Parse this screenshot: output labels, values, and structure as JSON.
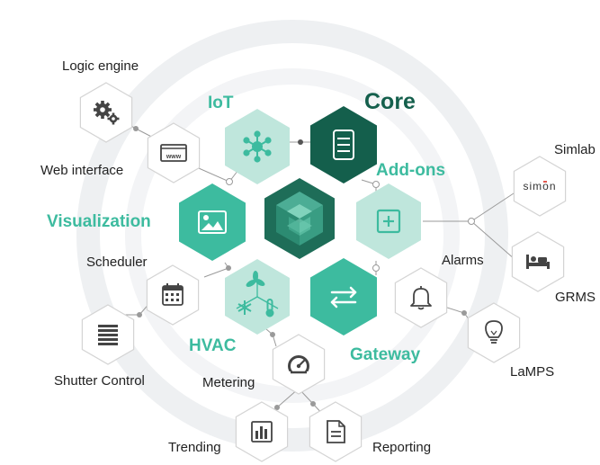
{
  "categories": {
    "iot": "IoT",
    "core": "Core",
    "addons": "Add-ons",
    "visualization": "Visualization",
    "hvac": "HVAC",
    "gateway": "Gateway"
  },
  "modules": {
    "logic_engine": "Logic engine",
    "web_interface": "Web interface",
    "scheduler": "Scheduler",
    "shutter_control": "Shutter Control",
    "metering": "Metering",
    "trending": "Trending",
    "reporting": "Reporting",
    "simlab": "Simlab",
    "grms": "GRMS",
    "alarms": "Alarms",
    "lamps": "LaMPS"
  },
  "logo_text": "sim·on",
  "icons": {
    "iot": "network-hub-icon",
    "core": "server-icon",
    "center": "cube-logo-icon",
    "addons": "plus-box-icon",
    "visualization": "image-icon",
    "hvac": "fan-snowflake-thermometer-icon",
    "gateway": "swap-arrows-icon",
    "logic_engine": "gears-icon",
    "web_interface": "www-icon",
    "scheduler": "calendar-icon",
    "shutter_control": "shutter-icon",
    "metering": "gauge-icon",
    "trending": "bar-chart-icon",
    "reporting": "document-icon",
    "grms": "bed-icon",
    "alarms": "bell-icon",
    "lamps": "lightbulb-icon"
  },
  "colors": {
    "teal_light": "#bfe6dc",
    "teal": "#3dbb9f",
    "teal_dark": "#145f4c",
    "label_teal": "#3dbb9f",
    "ring": "#e9ebee",
    "hex_outline": "#d4d4d4",
    "connector": "#9a9a9a"
  }
}
